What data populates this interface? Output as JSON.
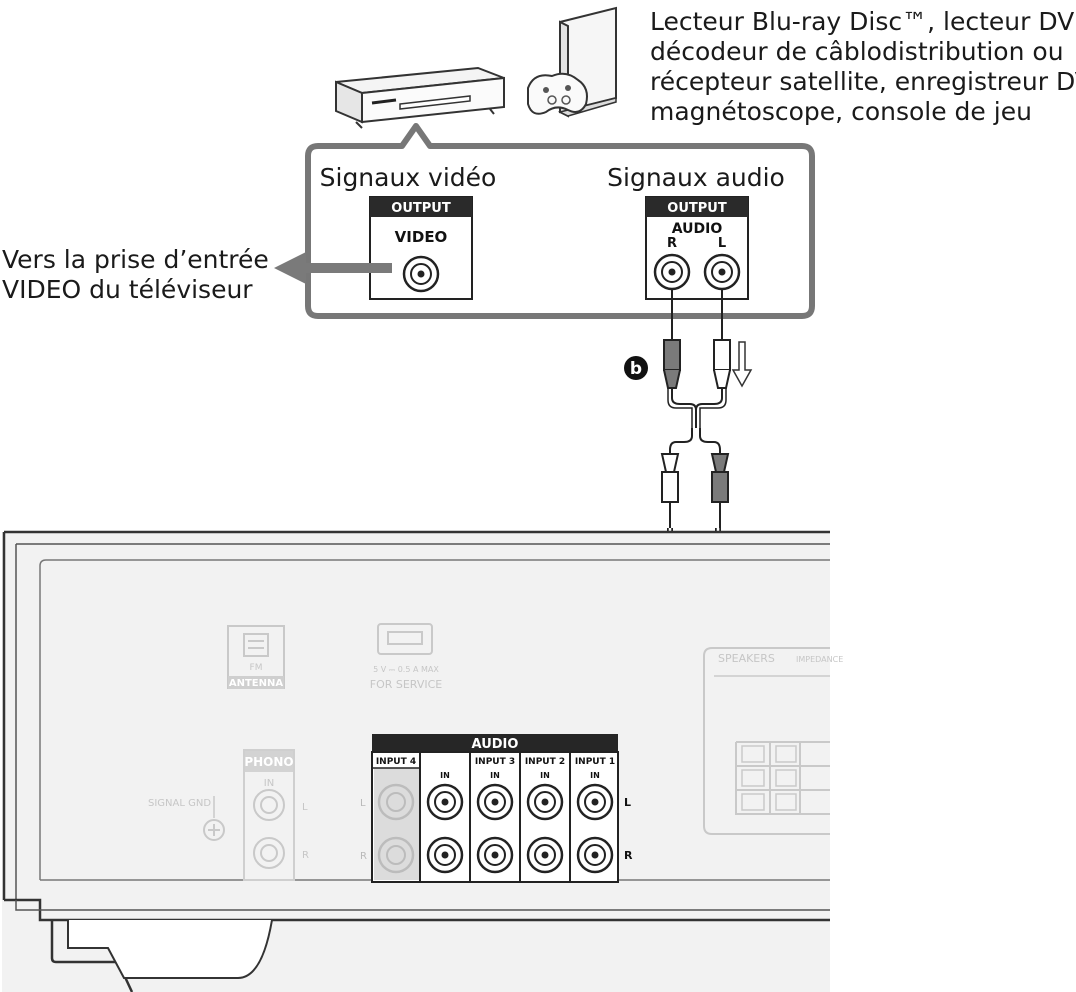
{
  "device_caption": {
    "line1": "Lecteur Blu-ray Disc™, lecteur DVD,",
    "line2": "décodeur de câblodistribution ou",
    "line3": "récepteur satellite, enregistreur DVD,",
    "line4": "magnétoscope, console de jeu"
  },
  "source_panel": {
    "video_heading": "Signaux vidéo",
    "audio_heading": "Signaux audio",
    "video_output_label": "OUTPUT",
    "video_jack_label": "VIDEO",
    "audio_output_label": "OUTPUT",
    "audio_jack_label": "AUDIO",
    "audio_r": "R",
    "audio_l": "L"
  },
  "tv_arrow": {
    "line1": "Vers la prise d’entrée",
    "line2": "VIDEO du téléviseur"
  },
  "cable_marker": "b",
  "receiver": {
    "antenna_top": "FM",
    "antenna_label": "ANTENNA",
    "usb_top": "5 V ⎓ 0.5 A MAX",
    "usb_label": "FOR SERVICE",
    "speakers_label": "SPEAKERS",
    "speakers_impedance": "IMPEDANCE",
    "phono_label": "PHONO",
    "phono_in": "IN",
    "phono_l": "L",
    "phono_r": "R",
    "signal_gnd": "SIGNAL GND",
    "audio_header": "AUDIO",
    "inputs": [
      "INPUT 4",
      "INPUT 3",
      "INPUT 2",
      "INPUT 1"
    ],
    "input_in": "IN",
    "side_l": "L",
    "side_r": "R",
    "row_l": "L",
    "row_r": "R"
  }
}
